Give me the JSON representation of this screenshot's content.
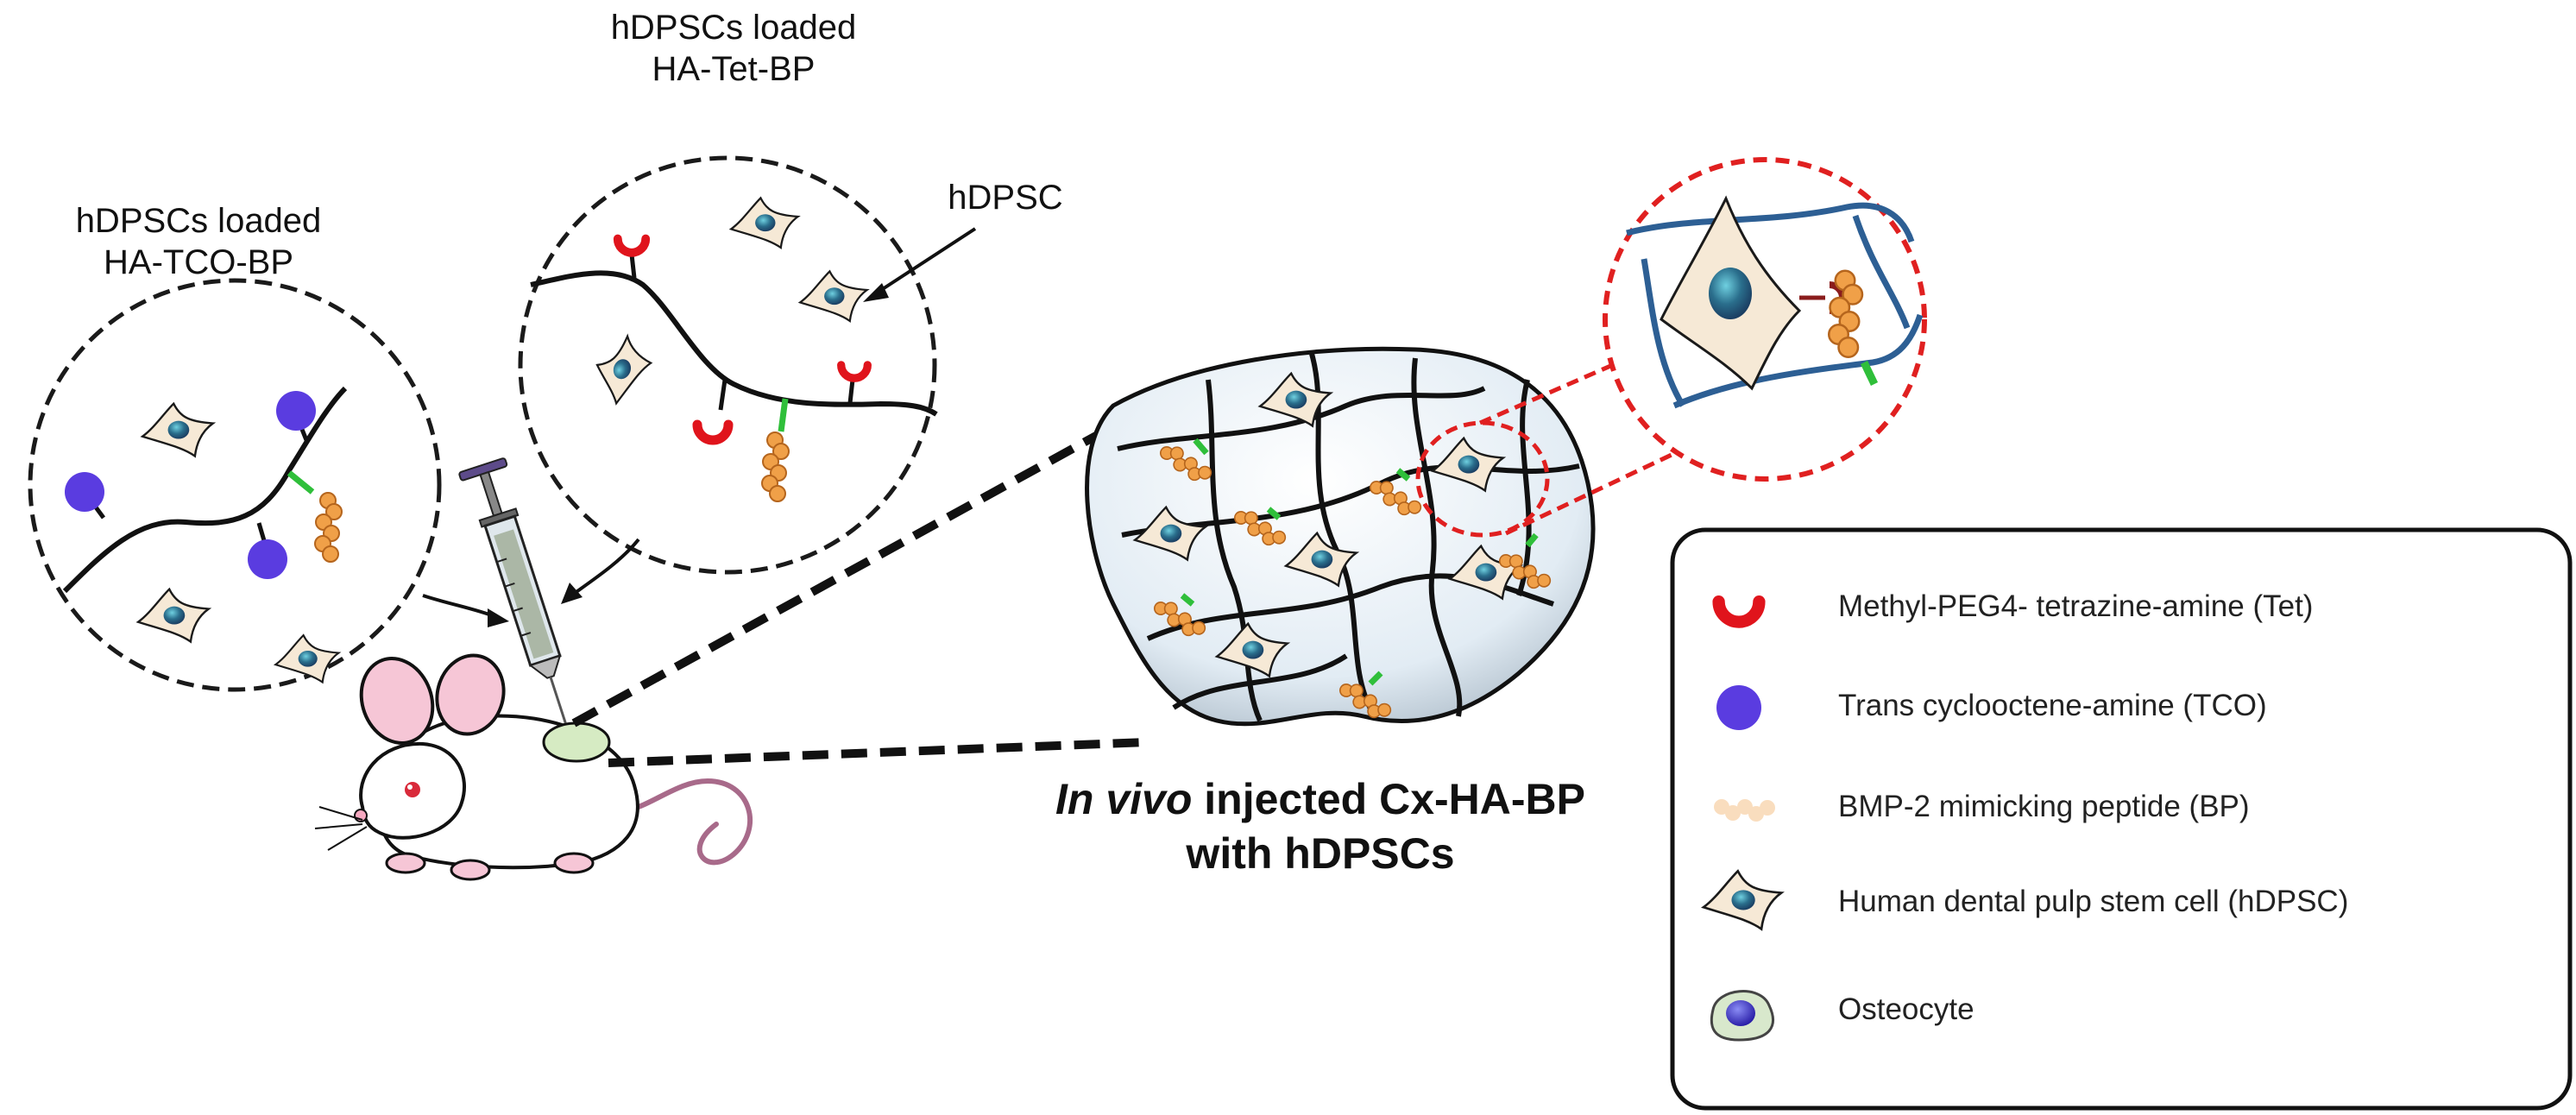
{
  "labels": {
    "tco_circle_title_1": "hDPSCs loaded",
    "tco_circle_title_2": "HA-TCO-BP",
    "tet_circle_title_1": "hDPSCs loaded",
    "tet_circle_title_2": "HA-Tet-BP",
    "hdpsc_pointer": "hDPSC"
  },
  "caption": {
    "italic_part": "In vivo",
    "line1_rest": " injected Cx-HA-BP",
    "line2": "with hDPSCs"
  },
  "legend": {
    "items": [
      {
        "icon": "tetrazine-icon",
        "label": "Methyl-PEG4- tetrazine-amine (Tet)"
      },
      {
        "icon": "tco-icon",
        "label": "Trans cyclooctene-amine (TCO)"
      },
      {
        "icon": "peptide-icon",
        "label": "BMP-2 mimicking peptide (BP)"
      },
      {
        "icon": "stem-cell-icon",
        "label": "Human dental pulp stem cell (hDPSC)"
      },
      {
        "icon": "osteocyte-icon",
        "label": "Osteocyte"
      }
    ]
  },
  "colors": {
    "tet": "#e0141c",
    "tco": "#5a3ce0",
    "peptide": "#e8892a",
    "cell_fill": "#f7ead8",
    "nucleus": "#2a5f8a",
    "linker": "#2fbf3a",
    "zoom_outline": "#e02020",
    "fiber_blue": "#2d5f94"
  }
}
